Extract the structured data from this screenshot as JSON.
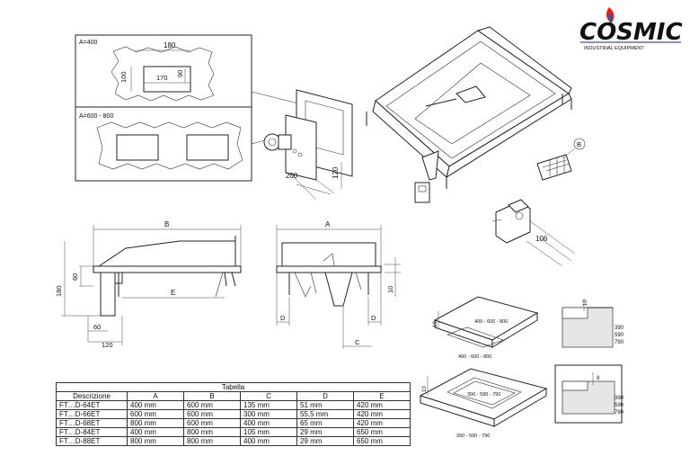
{
  "brand": {
    "logo_text": "COSMIC",
    "tagline": "INDUSTRIAL EQUIPMENT",
    "colors": {
      "logo": "#1a2a6c",
      "flame_outer": "#e2231a",
      "flame_inner": "#1e5fb3"
    }
  },
  "detail_boxes": {
    "top": {
      "label": "A=400",
      "dim_width": "180",
      "dim_inner": "170",
      "dim_v1": "100",
      "dim_v2": "90"
    },
    "bottom": {
      "label": "A=600 - 800"
    }
  },
  "burner_view": {
    "dim_200": "200",
    "dim_120": "120"
  },
  "callouts": {
    "b_marker": "B",
    "dim_106": "106"
  },
  "side_view": {
    "dim_b": "B",
    "dim_e": "E",
    "dim_60_top": "60",
    "dim_180": "180",
    "dim_60_bottom": "60",
    "dim_120": "120"
  },
  "front_view": {
    "dim_a": "A",
    "dim_d_left": "D",
    "dim_d_right": "D",
    "dim_c": "C",
    "dim_10": "10"
  },
  "install_top": {
    "dim_10": "10",
    "inner_label": "400 - 600 - 800",
    "outer_label": "400 - 600 - 800"
  },
  "install_bottom": {
    "dim_10": "10",
    "inner_label": "390 - 590 - 790",
    "outer_label": "390 - 590 - 790"
  },
  "section_top": {
    "dim_10": "10",
    "values": [
      "390",
      "590",
      "790"
    ]
  },
  "section_bottom": {
    "dim_8": "8",
    "values": [
      "390",
      "590",
      "790"
    ]
  },
  "table": {
    "caption": "Tabella",
    "headers": [
      "Descrizione",
      "A",
      "B",
      "C",
      "D",
      "E"
    ],
    "rows": [
      [
        "FT…D-64ET",
        "400 mm",
        "600 mm",
        "135 mm",
        "51 mm",
        "420 mm"
      ],
      [
        "FT…D-66ET",
        "600 mm",
        "600 mm",
        "300 mm",
        "55,5 mm",
        "420 mm"
      ],
      [
        "FT…D-68ET",
        "800 mm",
        "600 mm",
        "400 mm",
        "65 mm",
        "420 mm"
      ],
      [
        "FT…D-84ET",
        "400 mm",
        "800 mm",
        "105 mm",
        "29 mm",
        "650 mm"
      ],
      [
        "FT…D-88ET",
        "800 mm",
        "800 mm",
        "400 mm",
        "29 mm",
        "650 mm"
      ]
    ]
  }
}
